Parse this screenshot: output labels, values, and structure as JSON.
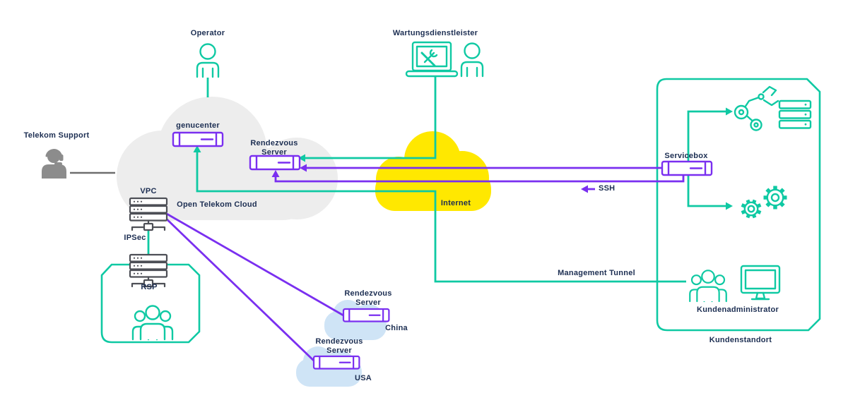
{
  "colors": {
    "teal": "#0fc9a3",
    "purple": "#7a2ff0",
    "yellow": "#ffe800",
    "cloud_gray": "#ededed",
    "cloud_blue": "#cfe4f6",
    "text_navy": "#1c2e52",
    "icon_gray": "#8c8c8c",
    "line_gray": "#6e6e6e",
    "server_dark": "#4d4f56"
  },
  "labels": {
    "telekom_support": "Telekom Support",
    "operator": "Operator",
    "wartungsdienstleister": "Wartungsdienstleister",
    "genucenter": "genucenter",
    "rendezvous_server": "Rendezvous Server",
    "vpc": "VPC",
    "open_telekom_cloud": "Open Telekom Cloud",
    "ipsec": "IPSec",
    "rsp": "RSP",
    "internet": "Internet",
    "ssh": "SSH",
    "management_tunnel": "Management Tunnel",
    "servicebox": "Servicebox",
    "kundenadministrator": "Kundenadministrator",
    "kundenstandort": "Kundenstandort",
    "rendezvous_server_china": "Rendezvous Server",
    "china": "China",
    "rendezvous_server_usa": "Rendezvous Server",
    "usa": "USA"
  }
}
